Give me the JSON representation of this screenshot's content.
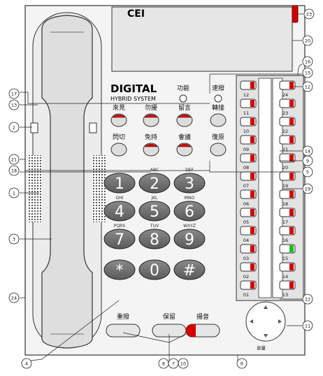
{
  "brand": "CEI",
  "model_title": "DIGITAL",
  "model_subtitle": "HYBRID SYSTEM",
  "function_keys": [
    {
      "label": "功能"
    },
    {
      "label": "速撥"
    },
    {
      "label": "來見"
    },
    {
      "label": "勿擾"
    },
    {
      "label": "留言"
    },
    {
      "label": "轉接"
    },
    {
      "label": "閃切"
    },
    {
      "label": "免持"
    },
    {
      "label": "會議"
    },
    {
      "label": "復原"
    }
  ],
  "dial_keys": [
    {
      "digit": "1",
      "letters": ""
    },
    {
      "digit": "2",
      "letters": "ABC"
    },
    {
      "digit": "3",
      "letters": "DEF"
    },
    {
      "digit": "4",
      "letters": "GHI"
    },
    {
      "digit": "5",
      "letters": "JKL"
    },
    {
      "digit": "6",
      "letters": "MNO"
    },
    {
      "digit": "7",
      "letters": "PQRS"
    },
    {
      "digit": "8",
      "letters": "TUV"
    },
    {
      "digit": "9",
      "letters": "WXYZ"
    },
    {
      "digit": "*",
      "letters": ""
    },
    {
      "digit": "0",
      "letters": ""
    },
    {
      "digit": "#",
      "letters": ""
    }
  ],
  "bottom_keys": [
    {
      "label": "重撥"
    },
    {
      "label": "保留"
    },
    {
      "label": "揚音"
    }
  ],
  "volume_label": "音量",
  "dss_left_labels": [
    "12",
    "11",
    "10",
    "09",
    "08",
    "07",
    "06",
    "05",
    "04",
    "03",
    "02",
    "01"
  ],
  "dss_right_labels": [
    "24",
    "23",
    "22",
    "21",
    "20",
    "19",
    "18",
    "17",
    "16",
    "15",
    "14",
    "13"
  ],
  "callouts": {
    "c23": "23",
    "c20": "20",
    "c16": "16",
    "c15": "15",
    "c12": "12",
    "c14": "14",
    "c9": "9",
    "c5": "5",
    "c19": "19",
    "c22": "22",
    "c11": "11",
    "c17": "17",
    "c13": "13",
    "c2": "2",
    "c21": "21",
    "c18": "18",
    "c1": "1",
    "c3": "3",
    "c24": "24",
    "c4": "4",
    "c8": "8",
    "c7": "7",
    "c10": "10",
    "c6": "6"
  },
  "colors": {
    "led_red": "#d40000",
    "led_green": "#19c019",
    "key_dark": "#6e6e6e",
    "panel": "#e3e3e3"
  }
}
